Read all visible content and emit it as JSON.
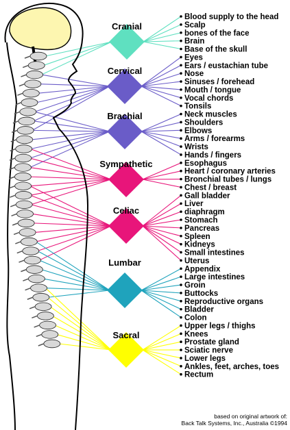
{
  "regions": [
    {
      "name": "Cranial",
      "color": "#5fe0c0"
    },
    {
      "name": "Cervical",
      "color": "#6a5cc8"
    },
    {
      "name": "Brachial",
      "color": "#6a5cc8"
    },
    {
      "name": "Sympathetic",
      "color": "#e8157a"
    },
    {
      "name": "Celiac",
      "color": "#e8157a"
    },
    {
      "name": "Lumbar",
      "color": "#1fa3bc"
    },
    {
      "name": "Sacral",
      "color": "#ffff00"
    }
  ],
  "organs": [
    {
      "label": "Blood supply to the head",
      "region": "Cranial"
    },
    {
      "label": "Scalp",
      "region": "Cranial"
    },
    {
      "label": "bones of the face",
      "region": "Cranial"
    },
    {
      "label": "Brain",
      "region": "Cranial"
    },
    {
      "label": "Base of the skull",
      "region": "Cranial"
    },
    {
      "label": "Eyes",
      "region": "Cervical"
    },
    {
      "label": "Ears / eustachian tube",
      "region": "Cervical"
    },
    {
      "label": "Nose",
      "region": "Cervical"
    },
    {
      "label": "Sinuses / forehead",
      "region": "Cervical"
    },
    {
      "label": "Mouth / tongue",
      "region": "Cervical"
    },
    {
      "label": "Vocal chords",
      "region": "Cervical"
    },
    {
      "label": "Tonsils",
      "region": "Cervical"
    },
    {
      "label": "Neck muscles",
      "region": "Brachial"
    },
    {
      "label": "Shoulders",
      "region": "Brachial"
    },
    {
      "label": "Elbows",
      "region": "Brachial"
    },
    {
      "label": "Arms / forearms",
      "region": "Brachial"
    },
    {
      "label": "Wrists",
      "region": "Brachial"
    },
    {
      "label": "Hands / fingers",
      "region": "Brachial"
    },
    {
      "label": "Esophagus",
      "region": "Sympathetic"
    },
    {
      "label": "Heart / coronary arteries",
      "region": "Sympathetic"
    },
    {
      "label": "Bronchial tubes / lungs",
      "region": "Sympathetic"
    },
    {
      "label": "Chest / breast",
      "region": "Sympathetic"
    },
    {
      "label": "Gall bladder",
      "region": "Celiac"
    },
    {
      "label": "Liver",
      "region": "Celiac"
    },
    {
      "label": "diaphragm",
      "region": "Celiac"
    },
    {
      "label": "Stomach",
      "region": "Celiac"
    },
    {
      "label": "Pancreas",
      "region": "Celiac"
    },
    {
      "label": "Spleen",
      "region": "Celiac"
    },
    {
      "label": "Kidneys",
      "region": "Celiac"
    },
    {
      "label": "Small intestines",
      "region": "Celiac"
    },
    {
      "label": "Uterus",
      "region": "Celiac"
    },
    {
      "label": "Appendix",
      "region": "Lumbar"
    },
    {
      "label": "Large intestines",
      "region": "Lumbar"
    },
    {
      "label": "Groin",
      "region": "Lumbar"
    },
    {
      "label": "Buttocks",
      "region": "Lumbar"
    },
    {
      "label": "Reproductive organs",
      "region": "Lumbar"
    },
    {
      "label": "Bladder",
      "region": "Lumbar"
    },
    {
      "label": "Colon",
      "region": "Lumbar"
    },
    {
      "label": "Upper legs / thighs",
      "region": "Sacral"
    },
    {
      "label": "Knees",
      "region": "Sacral"
    },
    {
      "label": "Prostate gland",
      "region": "Sacral"
    },
    {
      "label": "Sciatic nerve",
      "region": "Sacral"
    },
    {
      "label": "Lower legs",
      "region": "Sacral"
    },
    {
      "label": "Ankles, feet, arches, toes",
      "region": "Sacral"
    },
    {
      "label": "Rectum",
      "region": "Sacral"
    }
  ],
  "credit": {
    "line1": "based on original artwork of:",
    "line2": "Back Talk Systems, Inc., Australia ©1994"
  },
  "colors": {
    "brain": "#fdf6b0",
    "bone": "#d8d8d8",
    "outline": "#000000"
  }
}
